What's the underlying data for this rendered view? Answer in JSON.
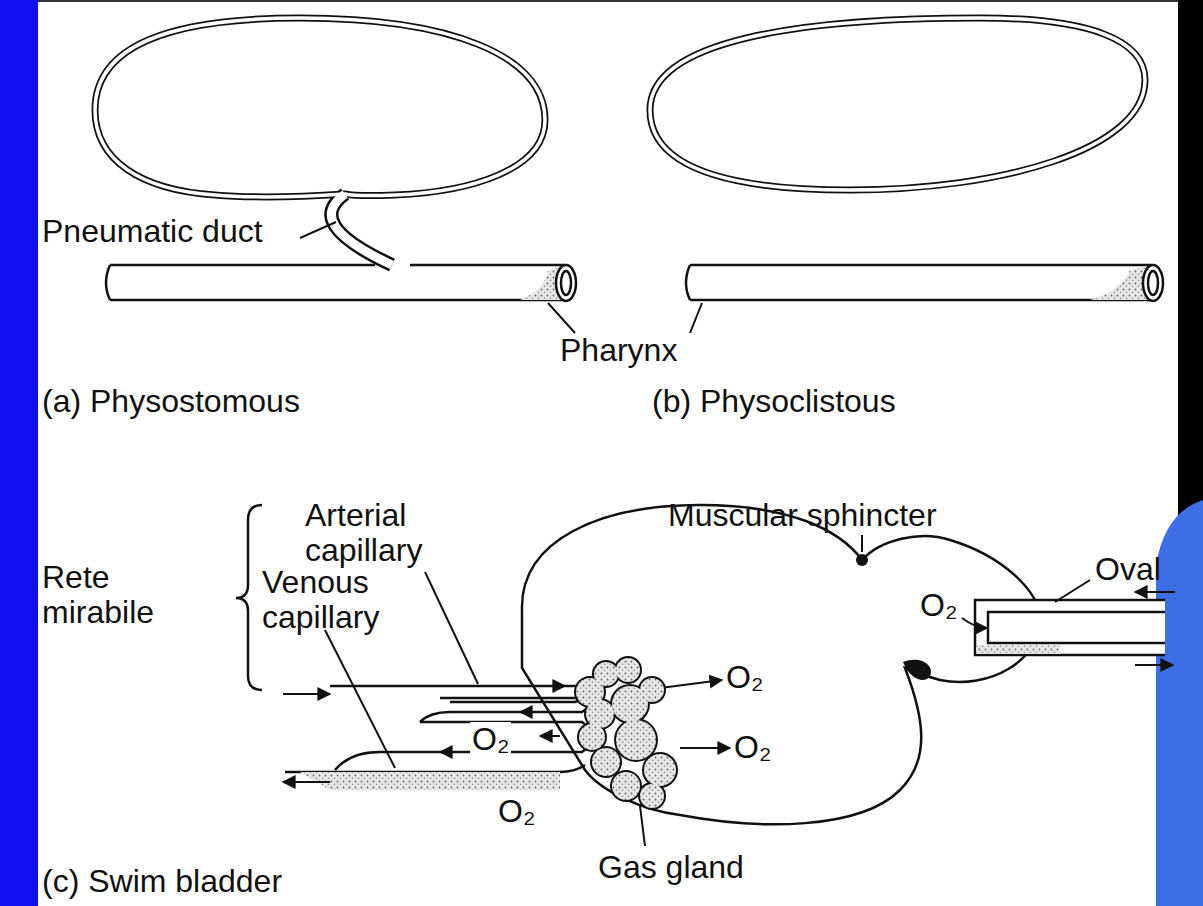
{
  "diagram": {
    "labels": [
      "Pneumatic duct",
      "Pharynx",
      "(a) Physostomous",
      "(b) Physoclistous",
      "Rete mirabile",
      "Arterial capillary",
      "Venous capillary",
      "Muscular sphincter",
      "Oval",
      "O₂",
      "O₂",
      "O₂",
      "O₂",
      "O₂",
      "Gas gland",
      "(c) Swim bladder"
    ]
  }
}
